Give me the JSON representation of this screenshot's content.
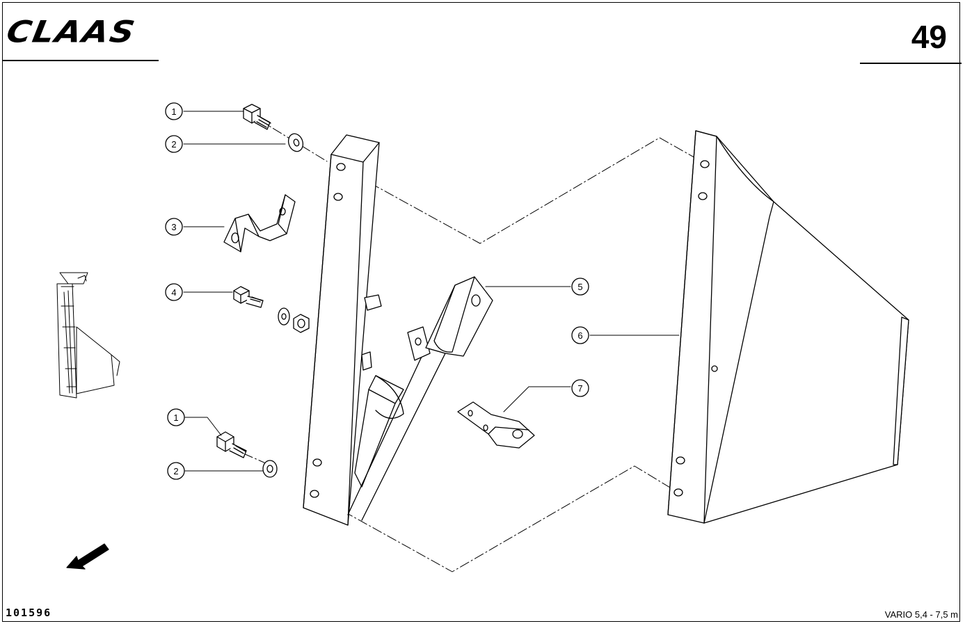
{
  "header": {
    "brand": "CLAAS",
    "page_number": "49"
  },
  "footer": {
    "document_number": "101596",
    "model": "VARIO 5,4 - 7,5 m"
  },
  "callouts": [
    {
      "label": "1"
    },
    {
      "label": "2"
    },
    {
      "label": "3"
    },
    {
      "label": "4"
    },
    {
      "label": "5"
    },
    {
      "label": "6"
    },
    {
      "label": "7"
    },
    {
      "label": "1"
    },
    {
      "label": "2"
    }
  ],
  "colors": {
    "ink": "#000000",
    "paper": "#ffffff"
  }
}
